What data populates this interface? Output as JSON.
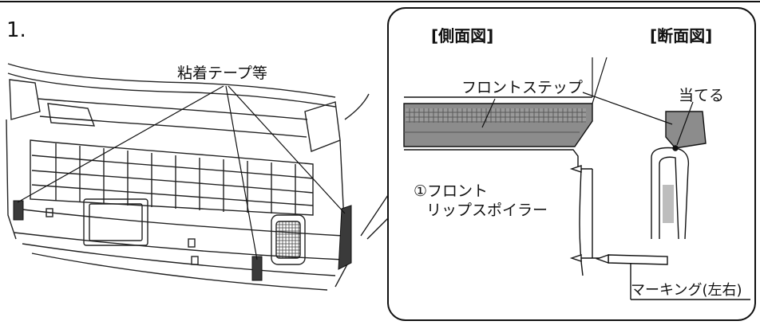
{
  "step_number": "1.",
  "left_panel": {
    "callout": "粘着テープ等"
  },
  "right_panel": {
    "side_view_title": "[側面図]",
    "section_view_title": "[断面図]",
    "label_front_step": "フロントステップ",
    "label_contact": "当てる",
    "label_spoiler_line1": "①フロント",
    "label_spoiler_line2": "リップスポイラー",
    "label_marking": "マーキング(左右)"
  }
}
